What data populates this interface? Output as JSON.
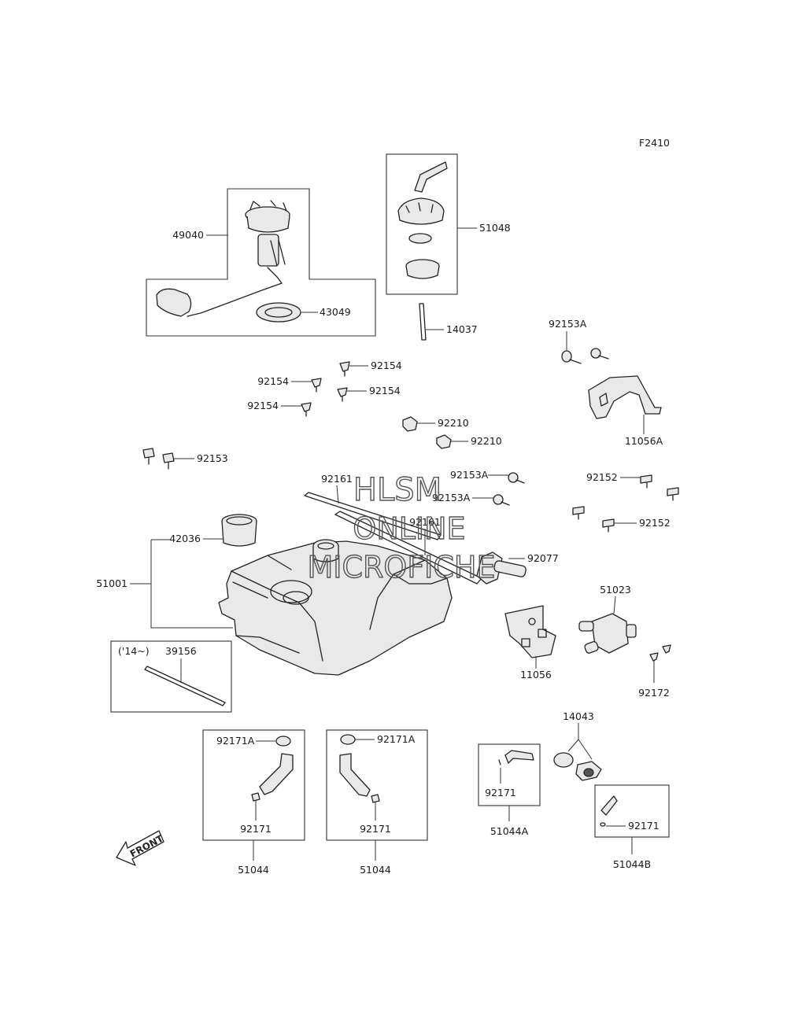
{
  "figure_code": "F2410",
  "watermark": {
    "line1": "HLSM",
    "line2": "ONLINE",
    "line3": "MICROFICHE"
  },
  "front_label": "FRONT",
  "callouts": {
    "c49040": "49040",
    "c43049": "43049",
    "c51048": "51048",
    "c14037": "14037",
    "c92153A_1": "92153A",
    "c11056A": "11056A",
    "c92154_1": "92154",
    "c92154_2": "92154",
    "c92154_3": "92154",
    "c92154_4": "92154",
    "c92210_1": "92210",
    "c92210_2": "92210",
    "c92153": "92153",
    "c92161_1": "92161",
    "c92153A_2": "92153A",
    "c92153A_3": "92153A",
    "c92152_1": "92152",
    "c92152_2": "92152",
    "c92161_2": "92161",
    "c42036": "42036",
    "c92077": "92077",
    "c51001": "51001",
    "c51023": "51023",
    "c39156": "39156",
    "c14_note": "('14~)",
    "c11056": "11056",
    "c92172": "92172",
    "c14043": "14043",
    "c92171A_1": "92171A",
    "c92171A_2": "92171A",
    "c92171_1": "92171",
    "c92171_2": "92171",
    "c92171_3": "92171",
    "c92171_4": "92171",
    "c51044_1": "51044",
    "c51044_2": "51044",
    "c51044A": "51044A",
    "c51044B": "51044B"
  }
}
